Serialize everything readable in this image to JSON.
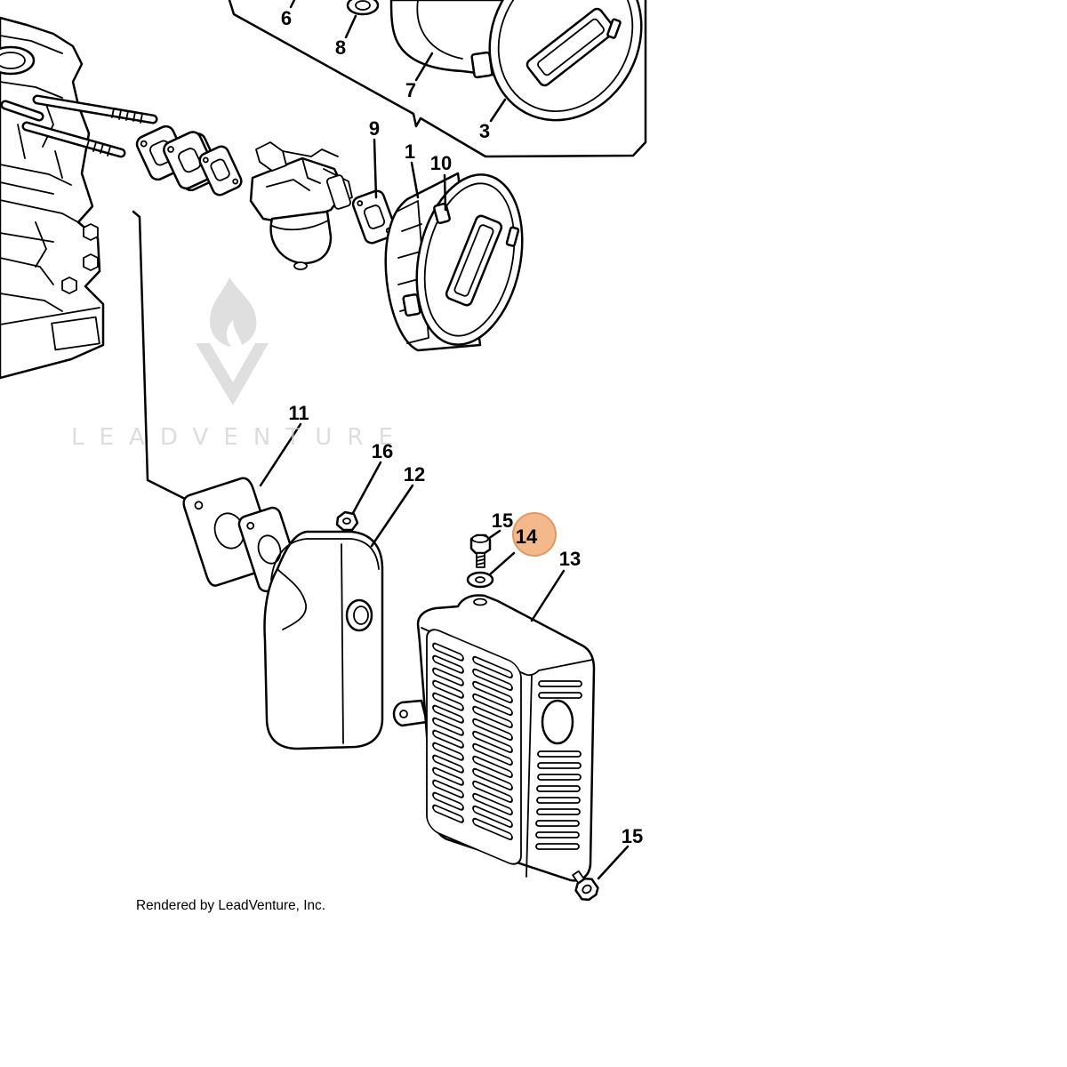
{
  "diagram": {
    "callouts": [
      {
        "label": "6"
      },
      {
        "label": "8"
      },
      {
        "label": "7"
      },
      {
        "label": "3"
      },
      {
        "label": "9"
      },
      {
        "label": "1"
      },
      {
        "label": "10"
      },
      {
        "label": "11"
      },
      {
        "label": "16"
      },
      {
        "label": "12"
      },
      {
        "label": "15"
      },
      {
        "label": "14",
        "highlighted": true
      },
      {
        "label": "13"
      },
      {
        "label": "15"
      }
    ],
    "watermark": "LEADVENTURE",
    "caption": "Rendered by LeadVenture, Inc."
  },
  "colors": {
    "line": "#000000",
    "background": "#ffffff",
    "highlight_fill": "#f4b98b",
    "highlight_stroke": "#e3985e",
    "watermark": "#d2d2d2"
  }
}
